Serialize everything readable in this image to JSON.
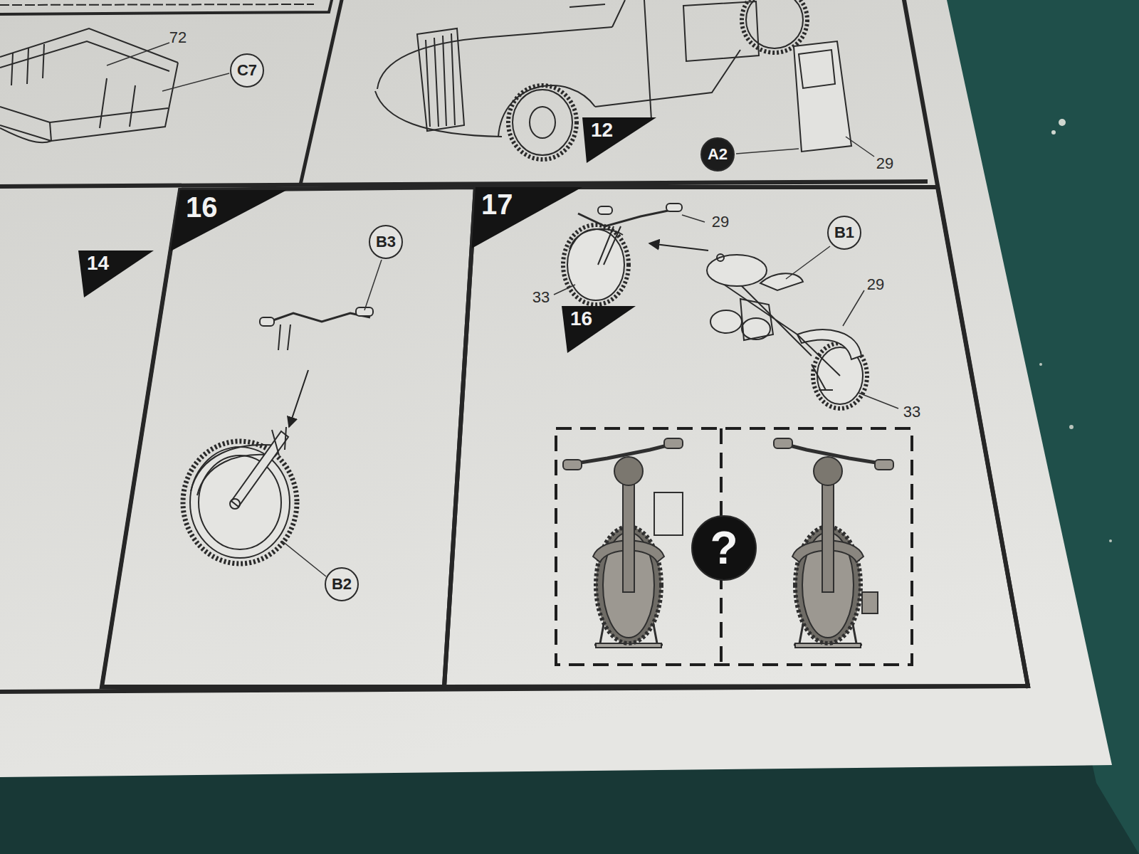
{
  "diagram": {
    "nodes": [
      {
        "text": [
          "C7"
        ]
      },
      {
        "text": [
          "12"
        ]
      },
      {
        "text": [
          "A2"
        ]
      },
      {
        "text": [
          "14"
        ]
      },
      {
        "text": [
          "16"
        ]
      },
      {
        "text": [
          "B3"
        ],
        "in": 4
      },
      {
        "text": [
          "B2"
        ],
        "in": 4
      },
      {
        "text": [
          "17"
        ]
      },
      {
        "text": [
          "16"
        ],
        "in": 7
      },
      {
        "text": [
          "B1"
        ],
        "in": 7
      },
      {
        "text": [
          "?"
        ],
        "in": 7
      }
    ],
    "labels": [
      "72",
      "29",
      "29",
      "33",
      "29",
      "33"
    ]
  }
}
